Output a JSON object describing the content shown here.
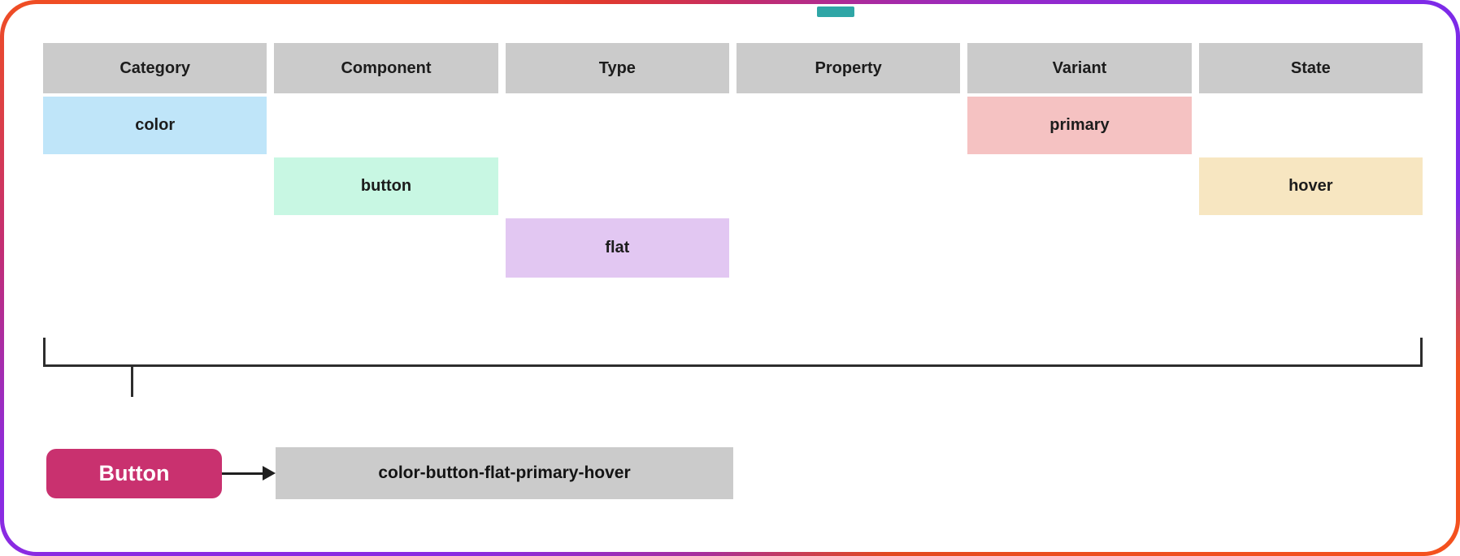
{
  "table": {
    "columns": [
      {
        "label": "Category"
      },
      {
        "label": "Component"
      },
      {
        "label": "Type"
      },
      {
        "label": "Property"
      },
      {
        "label": "Variant"
      },
      {
        "label": "State"
      }
    ],
    "cells": [
      {
        "label": "color",
        "col": 1,
        "row": 2,
        "color": "#bfe5f9"
      },
      {
        "label": "primary",
        "col": 5,
        "row": 2,
        "color": "#f5c2c2"
      },
      {
        "label": "button",
        "col": 2,
        "row": 3,
        "color": "#c8f7e3"
      },
      {
        "label": "hover",
        "col": 6,
        "row": 3,
        "color": "#f7e6c1"
      },
      {
        "label": "flat",
        "col": 3,
        "row": 4,
        "color": "#e2c7f2"
      }
    ]
  },
  "bottom": {
    "button_label": "Button",
    "token_value": "color-button-flat-primary-hover"
  },
  "colors": {
    "header_bg": "#cbcbcb",
    "token_box_bg": "#cbcbcb",
    "button_bg": "#c9316f",
    "bracket": "#2d2d2d",
    "arrow": "#1f1f1f",
    "teal_artifact": "#2fa6a6"
  }
}
